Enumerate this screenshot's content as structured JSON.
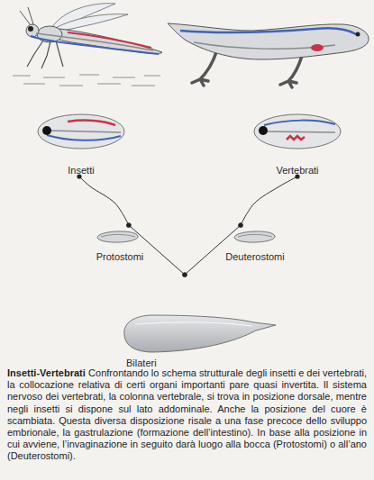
{
  "diagram": {
    "title": "Insetti-Vertebrati",
    "caption": "Confrontando lo schema strutturale degli insetti e dei vertebrati, la collocazione relativa di certi organi importanti pare quasi invertita. Il sistema nervoso dei vertebrati, la colonna vertebrale, si trova in posizione dorsale, mentre negli insetti si dispone sul lato addominale. Anche la posizione del cuore è scambiata. Questa diversa disposizione risale a una fase precoce dello sviluppo embrionale, la gastrulazione (formazione dell’intestino). In base alla posizione in cui avviene, l’invaginazione in seguito darà luogo alla bocca (Protostomi) o all’ano (Deuterostomi).",
    "nodes": [
      {
        "text": [
          "Insetti"
        ]
      },
      {
        "text": [
          "Vertebrati"
        ]
      },
      {
        "text": [
          "Protostomi"
        ]
      },
      {
        "text": [
          "Deuterostomi"
        ]
      },
      {
        "text": [
          "Bilateri"
        ]
      }
    ],
    "edges": [
      {
        "from": 4,
        "to": 2,
        "arrow": "none"
      },
      {
        "from": 2,
        "to": 0,
        "arrow": "none"
      },
      {
        "from": 4,
        "to": 3,
        "arrow": "none"
      },
      {
        "from": 3,
        "to": 1,
        "arrow": "none"
      }
    ]
  }
}
